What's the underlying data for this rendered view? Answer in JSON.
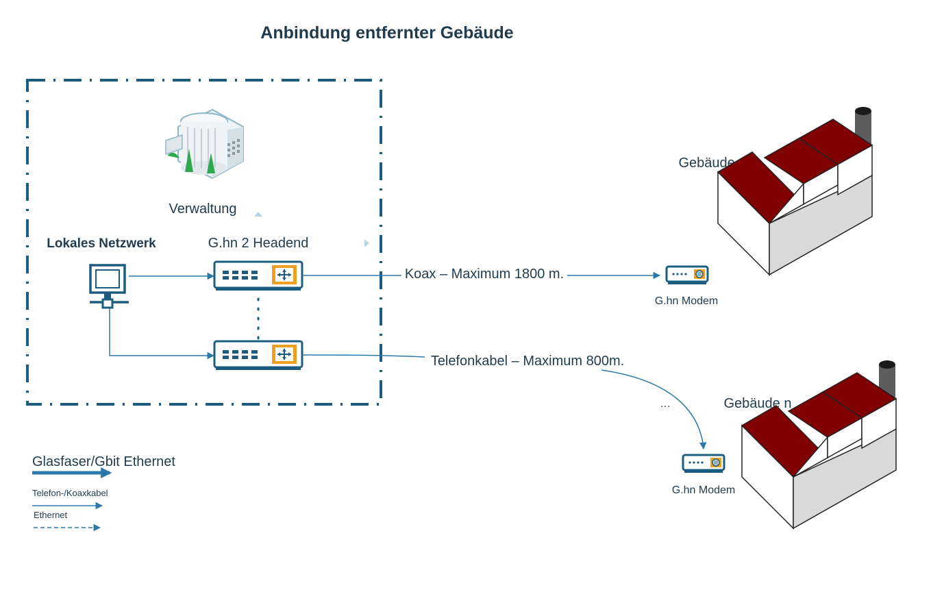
{
  "title": "Anbindung entfernter Gebäude",
  "colors": {
    "line": "#2a79a8",
    "dark_line": "#1b5c80",
    "roof": "#7f0000",
    "chimney": "#5d5d5d",
    "port_orange": "#f0a020",
    "text": "#1f3b4d"
  },
  "nodes": {
    "verwaltung": {
      "label": "Verwaltung",
      "icon": "office-building-icon"
    },
    "lan": {
      "label": "Lokales Netzwerk",
      "icon": "workstation-icon"
    },
    "headend": {
      "label": "G.hn 2 Headend",
      "icon": "switch-icon"
    },
    "headend2": {
      "icon": "switch-icon"
    },
    "modem1": {
      "label": "G.hn Modem",
      "icon": "modem-icon"
    },
    "modem_n": {
      "label": "G.hn Modem",
      "icon": "modem-icon"
    },
    "building1": {
      "label": "Gebäude 1",
      "icon": "factory-icon"
    },
    "building_n": {
      "label": "Gebäude n",
      "icon": "factory-icon"
    }
  },
  "links": {
    "koax": "Koax – Maximum 1800 m.",
    "telefon": "Telefonkabel – Maximum 800m.",
    "ellipsis": "…"
  },
  "legend": {
    "fiber": "Glasfaser/Gbit Ethernet",
    "copper": "Telefon-/Koaxkabel",
    "ethernet": "Ethernet"
  }
}
